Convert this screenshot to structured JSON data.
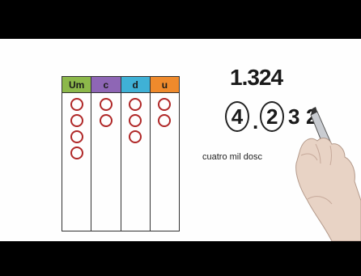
{
  "lesson": {
    "table": {
      "columns": [
        {
          "label": "Um",
          "color": "#8cb84a",
          "beads": 4
        },
        {
          "label": "c",
          "color": "#8e66b5",
          "beads": 2
        },
        {
          "label": "d",
          "color": "#3fb1d6",
          "beads": 3
        },
        {
          "label": "u",
          "color": "#ef8a2c",
          "beads": 2
        }
      ]
    },
    "number_written": "1.324",
    "number_circled": {
      "d1": "4",
      "dot": ".",
      "d2": "2",
      "d3": "3",
      "d4": "2"
    },
    "words": "cuatro mil dosc"
  },
  "colors": {
    "bead_stroke": "#b02828",
    "letterbox": "#000000",
    "board": "#fefefe"
  }
}
